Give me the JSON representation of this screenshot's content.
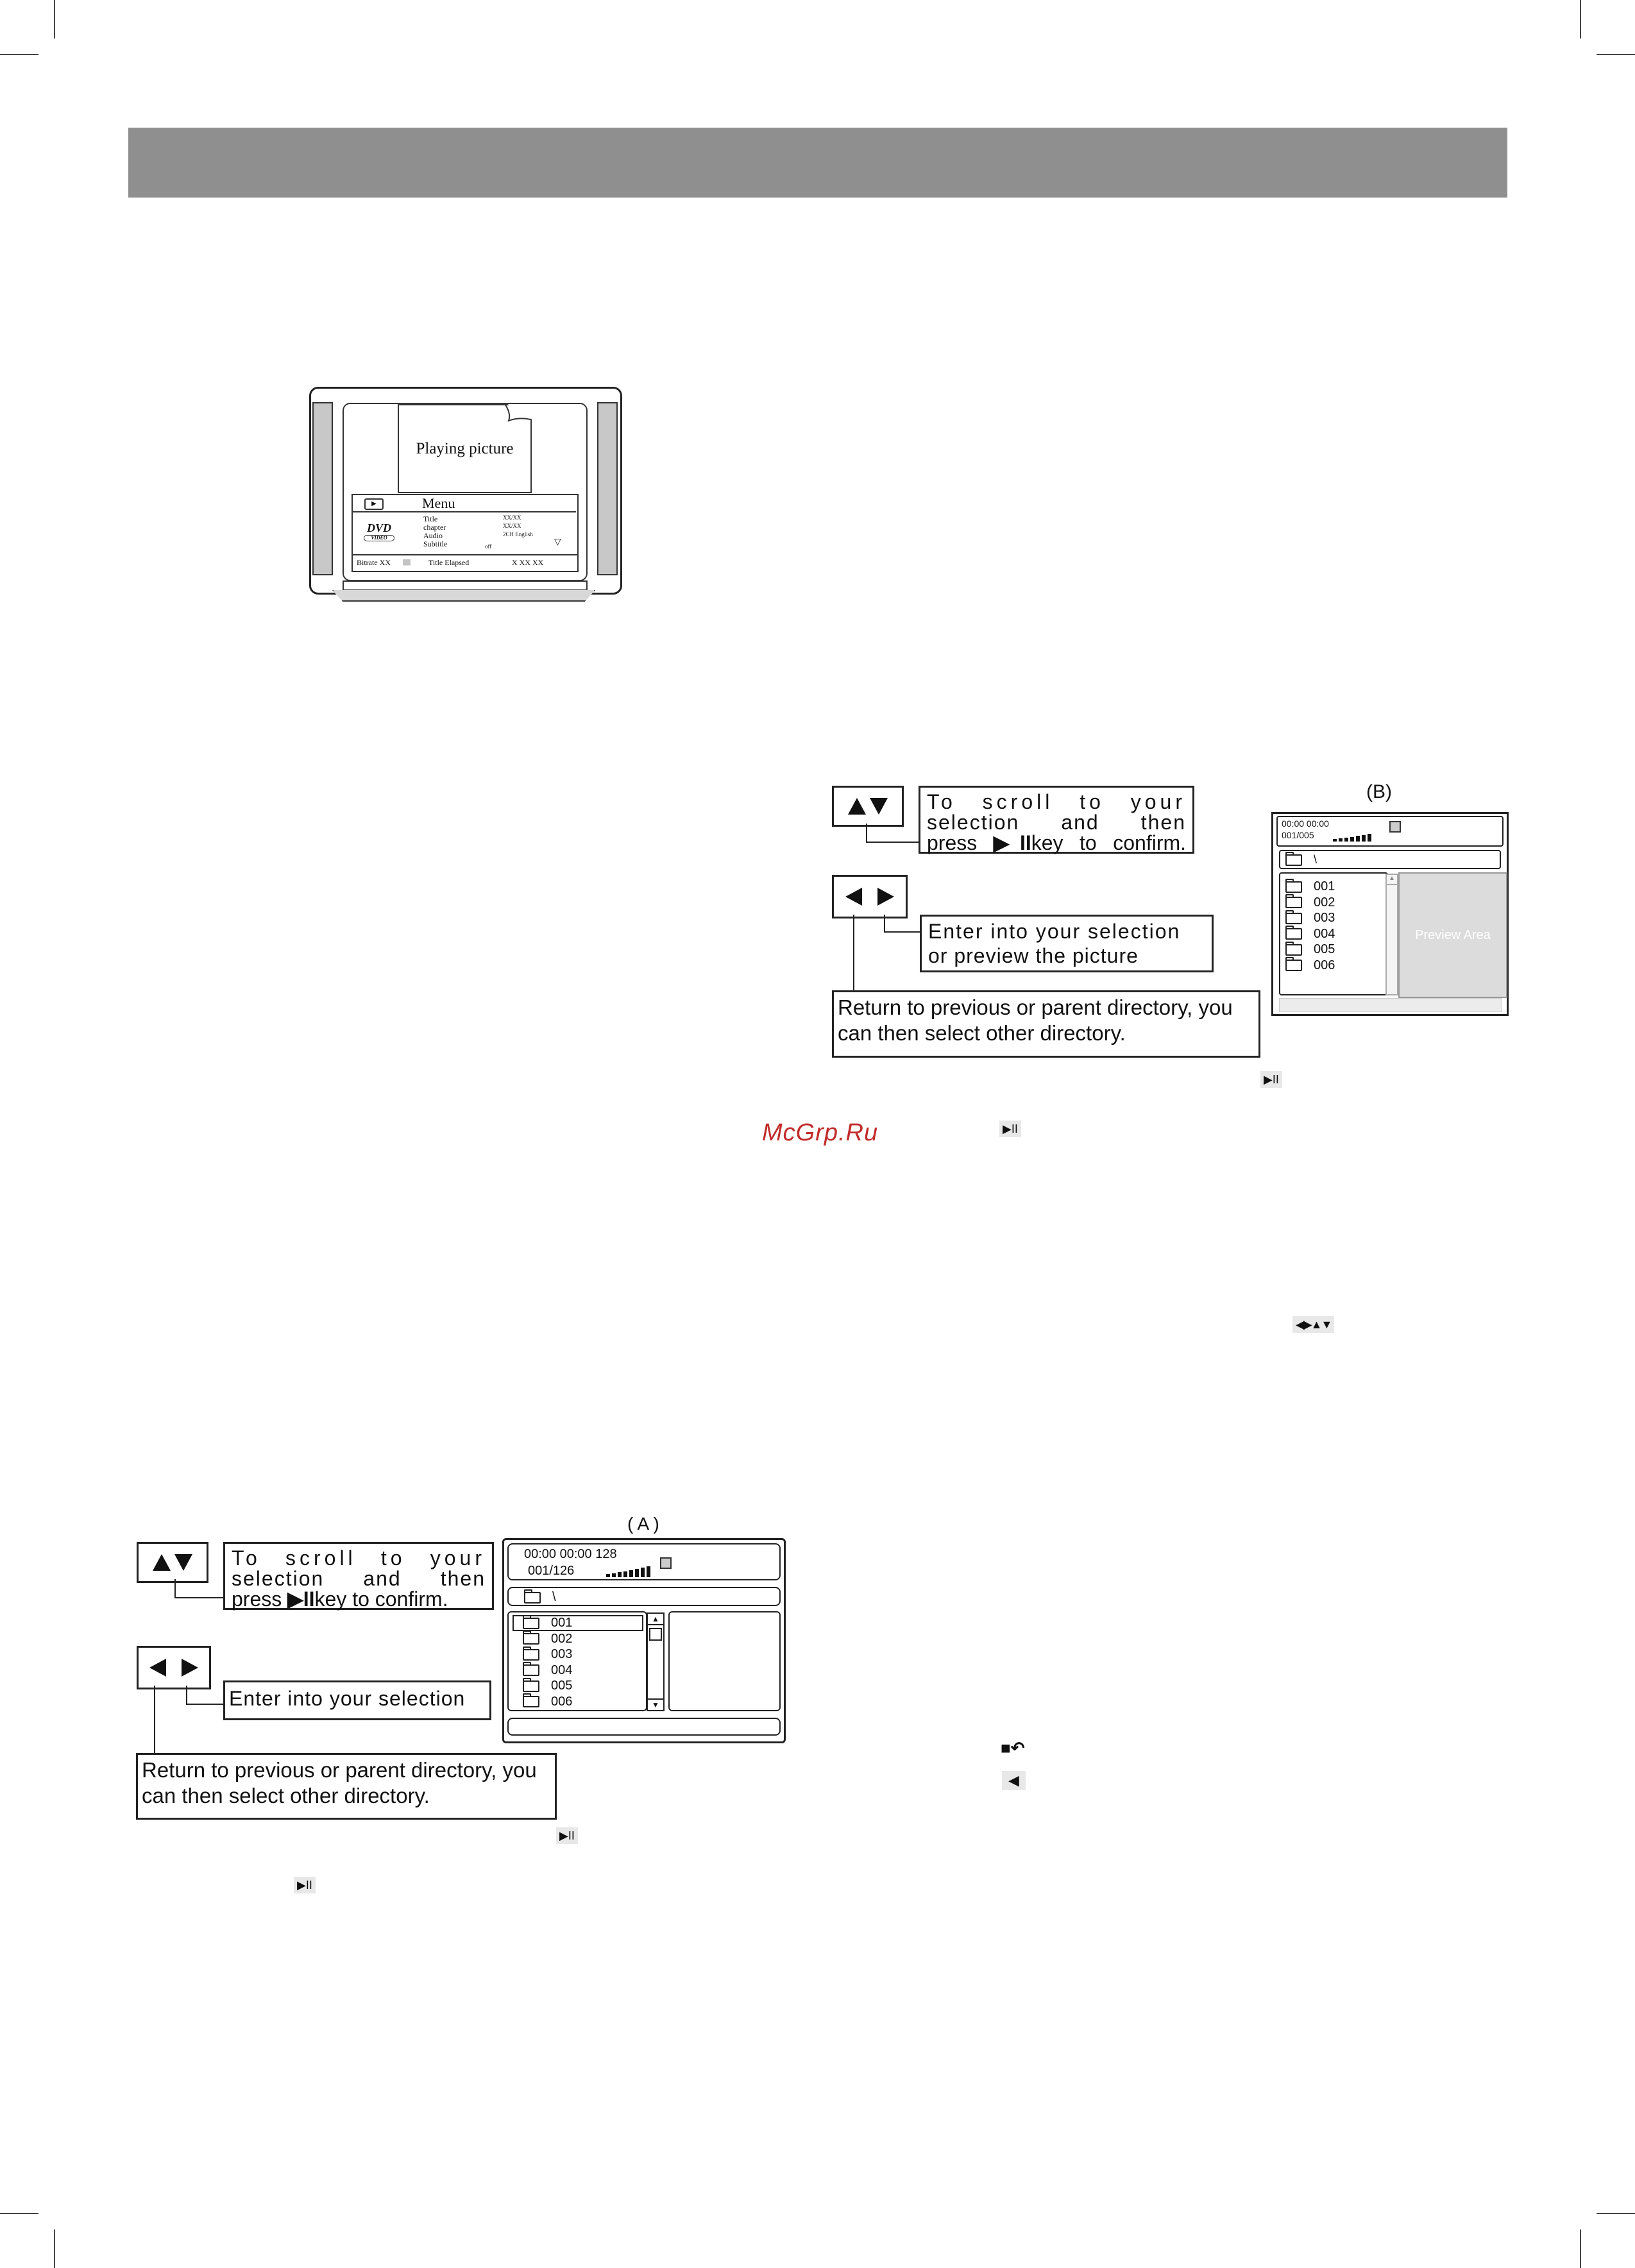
{
  "tv": {
    "playing_picture": "Playing picture",
    "menu_title": "Menu",
    "logo_text": "DVD",
    "logo_sub": "VIDEO",
    "rows": [
      {
        "label": "Title",
        "value": "XX/XX"
      },
      {
        "label": "chapter",
        "value": "XX/XX"
      },
      {
        "label": "Audio",
        "value": "2CH English"
      },
      {
        "label": "Subtitle",
        "value": "off"
      }
    ],
    "bitrate": "Bitrate  XX",
    "bars": "||||||",
    "elapsed": "Title Elapsed",
    "time": "X XX XX"
  },
  "panel_a": {
    "label": "( A )",
    "scroll_text_1": "To scroll to your",
    "scroll_text_2": "selection and then",
    "scroll_text_3_pre": "press",
    "scroll_text_3_post": "key to confirm.",
    "enter_text": "Enter into your selection",
    "return_text_1": "Return to previous or parent directory, you",
    "return_text_2": "can then select other directory.",
    "time_display": "00:00  00:00  128",
    "count": "001/126",
    "path": "\\",
    "folders": [
      "001",
      "002",
      "003",
      "004",
      "005",
      "006"
    ]
  },
  "panel_b": {
    "label": "(B)",
    "scroll_text_1": "To scroll to your",
    "scroll_text_2": "selection and then",
    "scroll_text_3_pre": "press",
    "scroll_text_3_post": "key to confirm.",
    "enter_text_1": "Enter into your selection",
    "enter_text_2": "or preview the picture",
    "return_text_1": "Return to previous or parent directory, you",
    "return_text_2": "can then select other directory.",
    "time_display": "00:00  00:00",
    "count": "001/005",
    "path": "\\",
    "folders": [
      "001",
      "002",
      "003",
      "004",
      "005",
      "006"
    ],
    "preview": "Preview Area"
  },
  "icons": {
    "play_pause": "▶II",
    "arrows_all": "◀▶▲▼",
    "left": "◀",
    "return": "■↶"
  },
  "watermark": "McGrp.Ru"
}
